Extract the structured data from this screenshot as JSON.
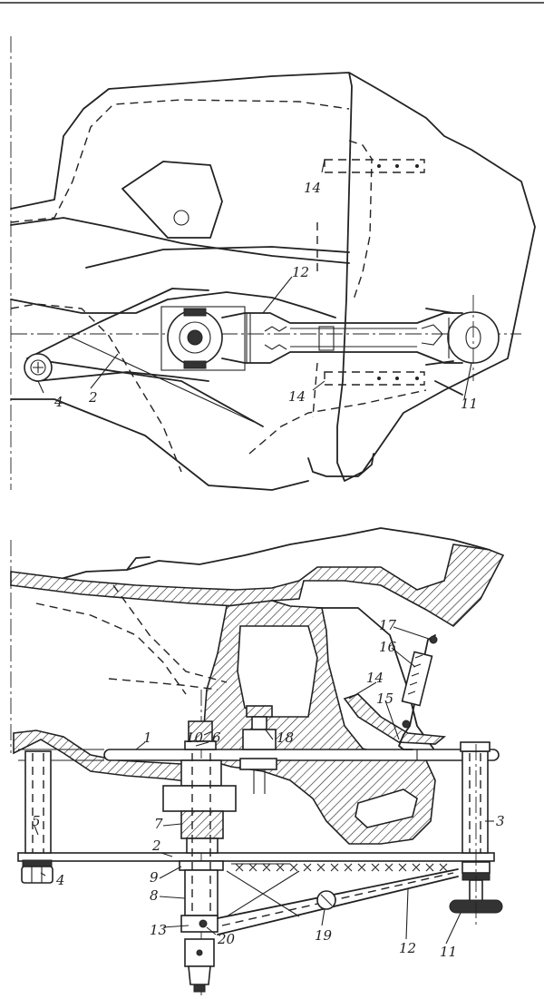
{
  "top_view": {
    "labels": [
      "14",
      "12",
      "4",
      "2",
      "14",
      "11"
    ]
  },
  "bottom_view": {
    "labels": [
      "17",
      "16",
      "14",
      "15",
      "18",
      "1",
      "10",
      "6",
      "5",
      "7",
      "3",
      "2",
      "4",
      "9",
      "8",
      "19",
      "13",
      "20",
      "12",
      "11"
    ]
  }
}
